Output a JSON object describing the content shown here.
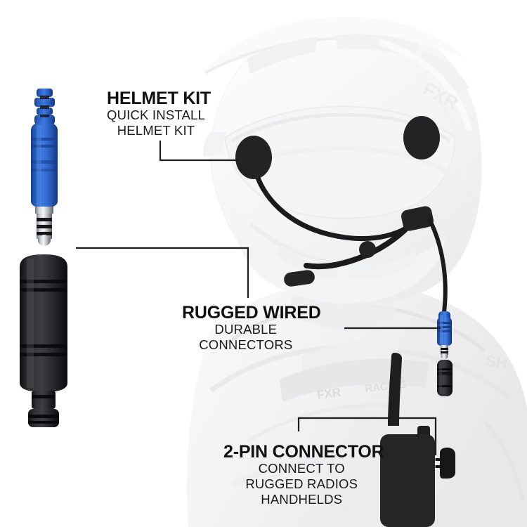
{
  "product": {
    "name": "Quick Install Helmet Kit",
    "background_color": "#ffffff",
    "accent_blue": "#2a5fc0",
    "line_color": "#1d1d1d"
  },
  "callouts": [
    {
      "id": "helmet-kit",
      "title": "HELMET KIT",
      "sub_lines": [
        "QUICK INSTALL",
        "HELMET KIT"
      ]
    },
    {
      "id": "rugged-wired",
      "title": "RUGGED WIRED",
      "sub_lines": [
        "DURABLE",
        "CONNECTORS"
      ]
    },
    {
      "id": "2-pin-connector",
      "title": "2-PIN CONNECTOR",
      "sub_lines": [
        "CONNECT TO",
        "RUGGED RADIOS",
        "HANDHELDS"
      ]
    }
  ],
  "parts": {
    "blue_plug": "blue-trrs-male-connector",
    "black_jack": "black-female-connector",
    "helmet": "motocross-helmet-silhouette",
    "speaker_left": "helmet-speaker-left",
    "speaker_right": "helmet-speaker-right",
    "boom_mic": "boom-microphone",
    "junction_module": "cable-junction-module",
    "inline_blue_plug": "inline-blue-male-connector",
    "inline_black_jack": "inline-black-female-connector",
    "radio": "handheld-radio",
    "radio_antenna": "radio-antenna",
    "two_pin_plug": "right-angle-2-pin-plug"
  }
}
